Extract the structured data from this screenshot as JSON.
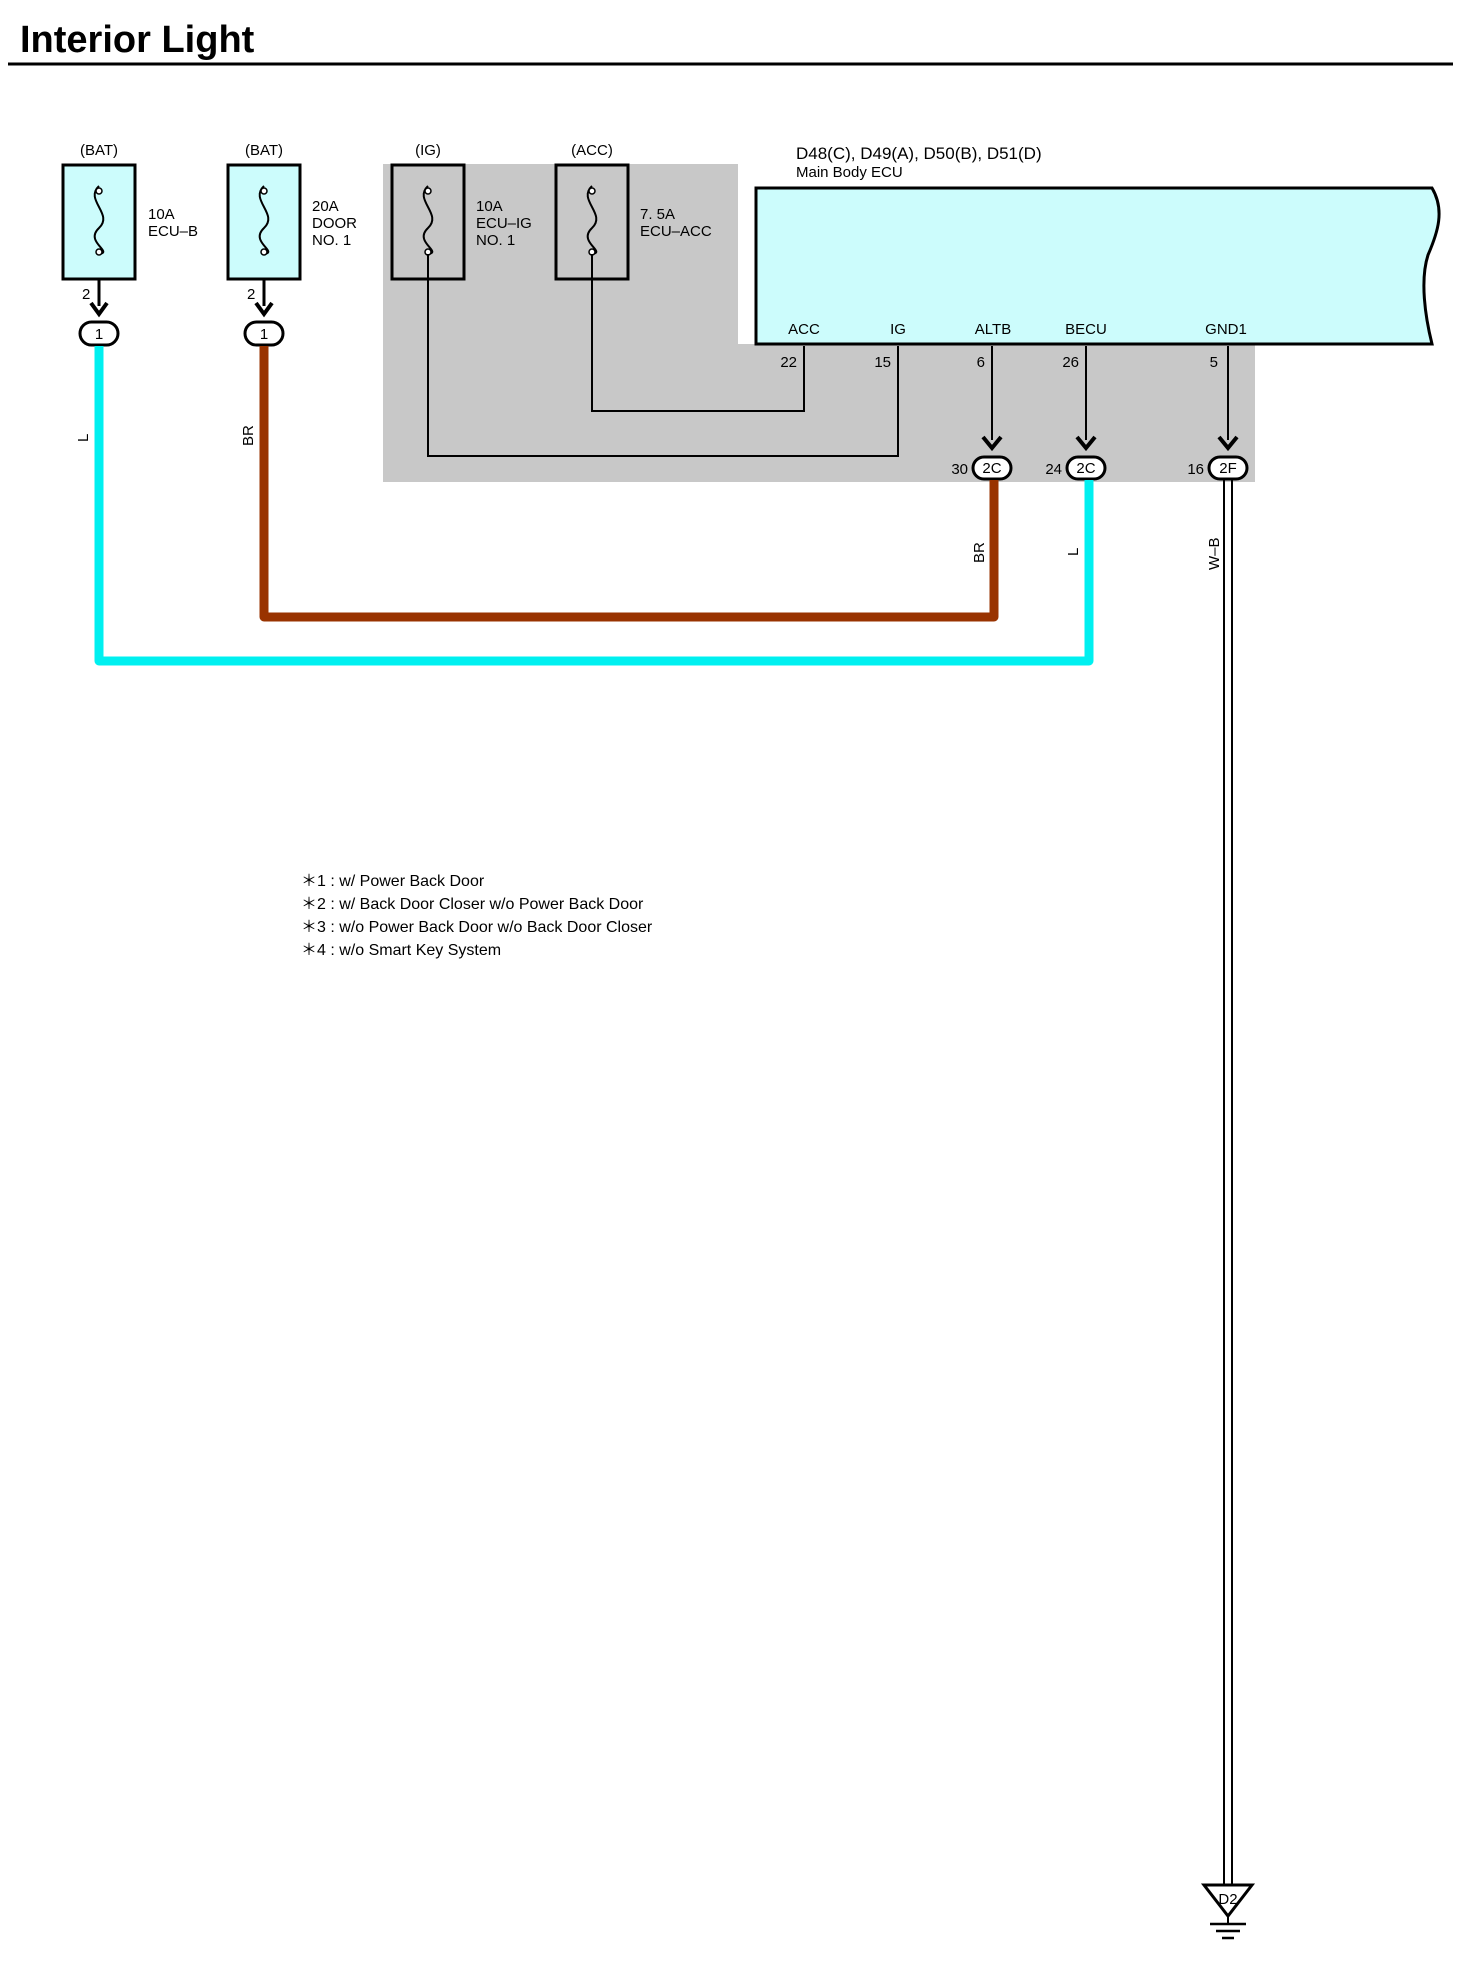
{
  "title": "Interior Light",
  "colors": {
    "fuse_fill": "#ccfcfc",
    "ecu_fill": "#ccfcfc",
    "shade": "#c8c8c8",
    "wire_L": "#00f0f0",
    "wire_BR": "#993300",
    "line": "#000000"
  },
  "fuses": [
    {
      "source": "(BAT)",
      "rating": "10A",
      "name1": "ECU–B",
      "name2": "",
      "out_pin": "2",
      "connector": "1"
    },
    {
      "source": "(BAT)",
      "rating": "20A",
      "name1": "DOOR",
      "name2": "NO. 1",
      "out_pin": "2",
      "connector": "1"
    },
    {
      "source": "(IG)",
      "rating": "10A",
      "name1": "ECU–IG",
      "name2": "NO. 1",
      "out_pin": "",
      "connector": ""
    },
    {
      "source": "(ACC)",
      "rating": "7. 5A",
      "name1": "ECU–ACC",
      "name2": "",
      "out_pin": "",
      "connector": ""
    }
  ],
  "ecu": {
    "connectors": "D48(C), D49(A), D50(B), D51(D)",
    "name": "Main Body ECU",
    "terminals": [
      {
        "name": "ACC",
        "pin": "22"
      },
      {
        "name": "IG",
        "pin": "15"
      },
      {
        "name": "ALTB",
        "pin": "6"
      },
      {
        "name": "BECU",
        "pin": "26"
      },
      {
        "name": "GND1",
        "pin": "5"
      }
    ]
  },
  "junctions": [
    {
      "pin": "30",
      "code": "2C"
    },
    {
      "pin": "24",
      "code": "2C"
    },
    {
      "pin": "16",
      "code": "2F"
    }
  ],
  "wires": {
    "fuse1": "L",
    "fuse2": "BR",
    "altb": "BR",
    "becu": "L",
    "gnd": "W–B"
  },
  "ground": "D2",
  "notes": [
    "＊1 : w/ Power Back Door",
    "＊2 : w/ Back Door Closer w/o Power Back Door",
    "＊3 : w/o Power Back Door w/o Back Door Closer",
    "＊4 : w/o Smart Key System"
  ]
}
